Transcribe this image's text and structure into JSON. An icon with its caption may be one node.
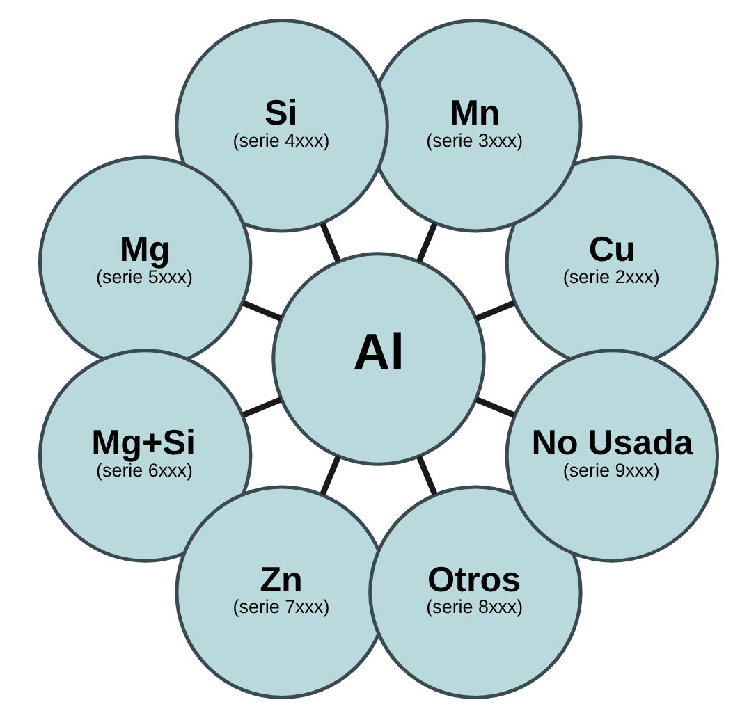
{
  "diagram": {
    "nodes": [
      {
        "text": [
          "Al"
        ]
      },
      {
        "text": [
          "Cu",
          "(serie 2xxx)"
        ]
      },
      {
        "text": [
          "Mn",
          "(serie 3xxx)"
        ]
      },
      {
        "text": [
          "Si",
          "(serie 4xxx)"
        ]
      },
      {
        "text": [
          "Mg",
          "(serie 5xxx)"
        ]
      },
      {
        "text": [
          "Mg+Si",
          "(serie 6xxx)"
        ]
      },
      {
        "text": [
          "Zn",
          "(serie 7xxx)"
        ]
      },
      {
        "text": [
          "Otros",
          "(serie 8xxx)"
        ]
      },
      {
        "text": [
          "No Usada",
          "(serie 9xxx)"
        ]
      }
    ],
    "edges": [
      {
        "from": 0,
        "to": 1,
        "arrow": "none"
      },
      {
        "from": 0,
        "to": 2,
        "arrow": "none"
      },
      {
        "from": 0,
        "to": 3,
        "arrow": "none"
      },
      {
        "from": 0,
        "to": 4,
        "arrow": "none"
      },
      {
        "from": 0,
        "to": 5,
        "arrow": "none"
      },
      {
        "from": 0,
        "to": 6,
        "arrow": "none"
      },
      {
        "from": 0,
        "to": 7,
        "arrow": "none"
      },
      {
        "from": 0,
        "to": 8,
        "arrow": "none"
      }
    ]
  }
}
